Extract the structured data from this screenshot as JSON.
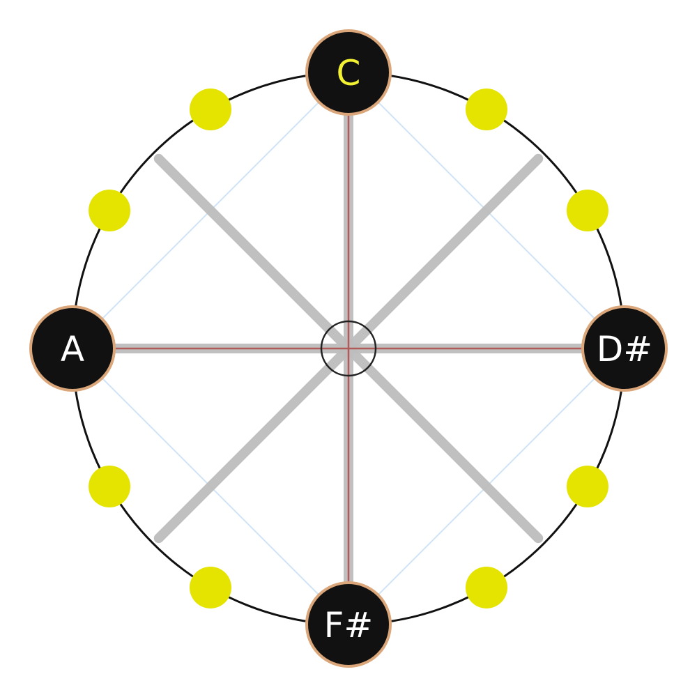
{
  "colors": {
    "background": "#ffffff",
    "main_circle": "#111111",
    "active_note_fill": "#111111",
    "active_note_ring": "#dba77a",
    "root_label": "#f2f233",
    "note_label": "#ffffff",
    "inactive_dot": "#e4e400",
    "axis_line": "#bdbdbd",
    "interval_line": "#b05a5a",
    "polygon_line": "#cfe3f6",
    "center_circle": "#222222"
  },
  "notes": [
    {
      "index": 0,
      "label": "C",
      "active": true,
      "root": true
    },
    {
      "index": 1,
      "label": "",
      "active": false
    },
    {
      "index": 2,
      "label": "",
      "active": false
    },
    {
      "index": 3,
      "label": "D#",
      "active": true
    },
    {
      "index": 4,
      "label": "",
      "active": false
    },
    {
      "index": 5,
      "label": "",
      "active": false
    },
    {
      "index": 6,
      "label": "F#",
      "active": true
    },
    {
      "index": 7,
      "label": "",
      "active": false
    },
    {
      "index": 8,
      "label": "",
      "active": false
    },
    {
      "index": 9,
      "label": "A",
      "active": true
    },
    {
      "index": 10,
      "label": "",
      "active": false
    },
    {
      "index": 11,
      "label": "",
      "active": false
    }
  ],
  "axes": [
    {
      "from": 0,
      "to": 6
    },
    {
      "from": 3,
      "to": 9
    },
    {
      "from": 1.5,
      "to": 7.5
    },
    {
      "from": 4.5,
      "to": 10.5
    }
  ],
  "interval_lines": [
    {
      "from": 0,
      "to": 6
    },
    {
      "from": 3,
      "to": 9
    }
  ],
  "polygon": [
    0,
    3,
    6,
    9
  ]
}
